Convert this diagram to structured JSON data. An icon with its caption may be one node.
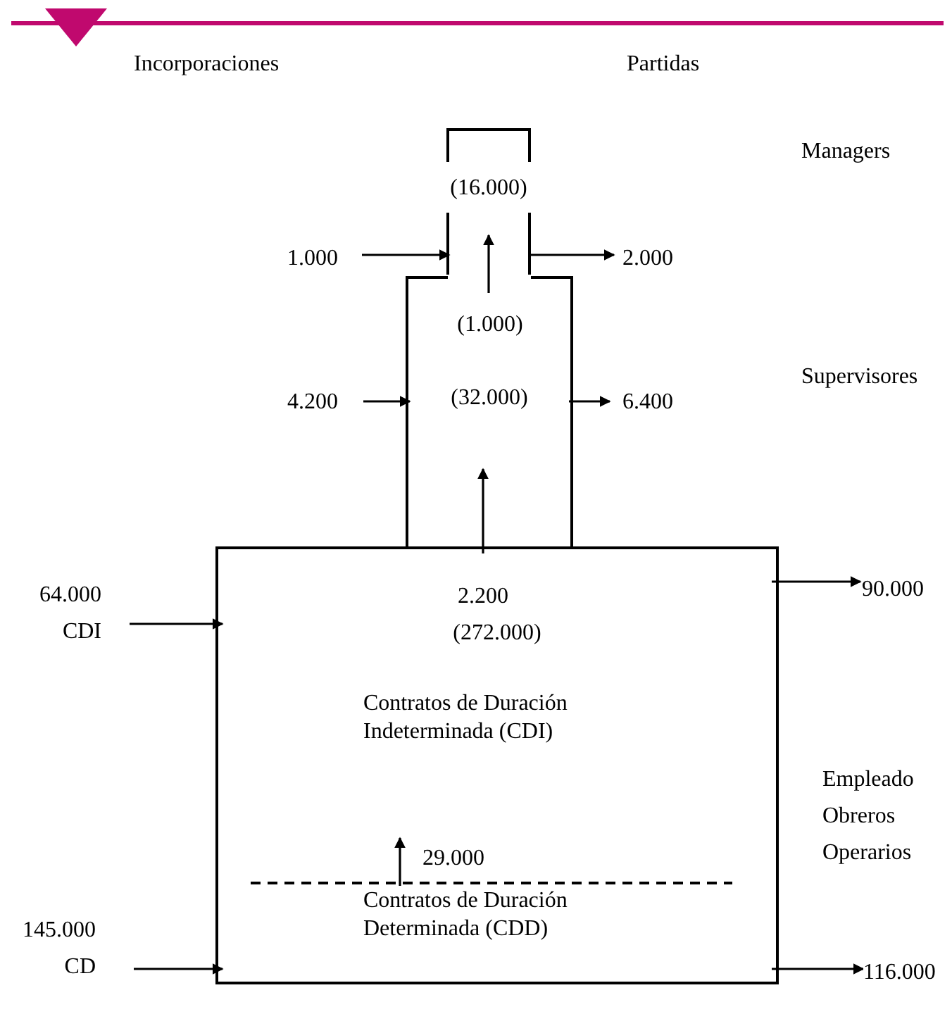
{
  "diagram": {
    "nodes": [
      {
        "text": [
          "(16.000)"
        ]
      },
      {
        "text": [
          "(32.000)"
        ]
      },
      {
        "text": [],
        "shape": "box"
      },
      {
        "text": [
          "(272.000)",
          "Contratos de Duración Indeterminada (CDI)"
        ],
        "in": 2
      },
      {
        "text": [
          "Contratos de Duración Determinada (CDD)"
        ],
        "in": 2
      }
    ],
    "edges": [
      {
        "from": null,
        "to": 0,
        "arrow": "to",
        "label": "1.000"
      },
      {
        "from": 0,
        "to": null,
        "arrow": "to",
        "label": "2.000"
      },
      {
        "from": 1,
        "to": 0,
        "arrow": "to",
        "label": "(1.000)"
      },
      {
        "from": null,
        "to": 1,
        "arrow": "to",
        "label": "4.200"
      },
      {
        "from": 1,
        "to": null,
        "arrow": "to",
        "label": "6.400"
      },
      {
        "from": 3,
        "to": 1,
        "arrow": "to",
        "label": "2.200"
      },
      {
        "from": null,
        "to": 3,
        "arrow": "to",
        "label": "64.000 CDI"
      },
      {
        "from": 3,
        "to": null,
        "arrow": "to",
        "label": "90.000"
      },
      {
        "from": 4,
        "to": 3,
        "arrow": "to",
        "label": "29.000"
      },
      {
        "from": null,
        "to": 4,
        "arrow": "to",
        "label": "145.000 CD"
      },
      {
        "from": 4,
        "to": null,
        "arrow": "to",
        "label": "116.000"
      }
    ],
    "labels": [
      "Incorporaciones",
      "Partidas",
      "Managers",
      "Supervisores",
      "Empleado",
      "Obreros",
      "Operarios"
    ]
  }
}
